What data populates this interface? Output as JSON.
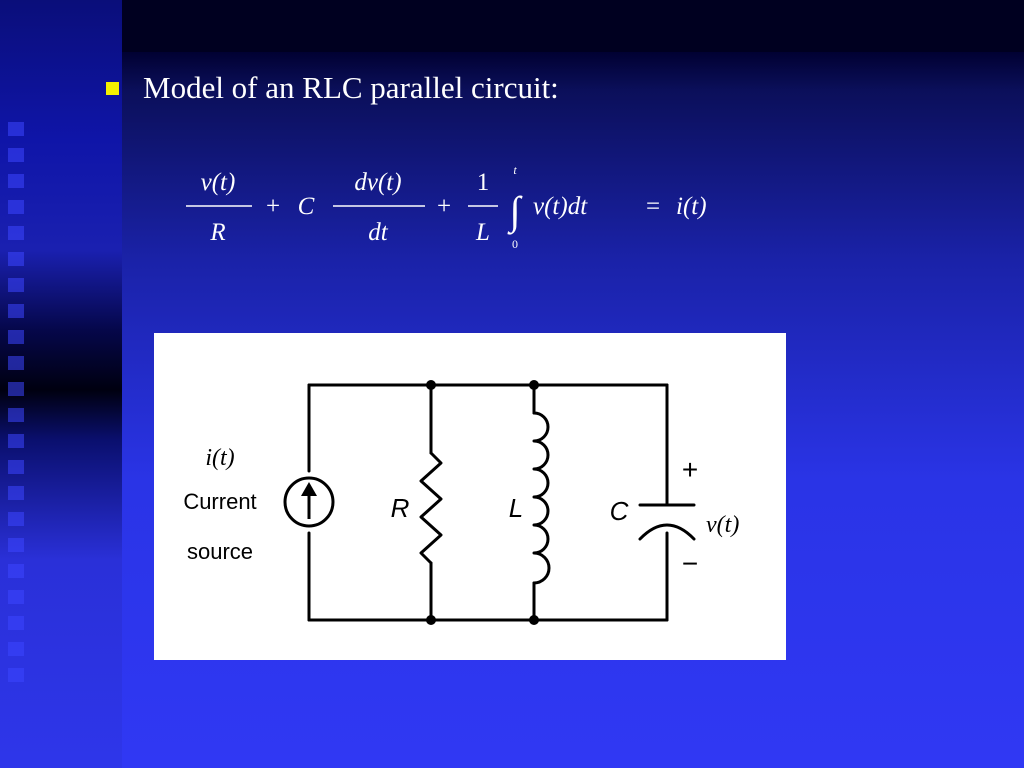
{
  "slide": {
    "bullet": "Model of an RLC parallel circuit:"
  },
  "equation": {
    "term1": {
      "numerator": "v(t)",
      "denominator": "R"
    },
    "plus1": "+",
    "coefficient_c": "C",
    "term2": {
      "numerator": "dv(t)",
      "denominator": "dt"
    },
    "plus2": "+",
    "term3": {
      "numerator": "1",
      "denominator": "L"
    },
    "integral": {
      "sign": "∫",
      "upper_limit": "t",
      "lower_limit": "0"
    },
    "integrand": "v(t)dt",
    "equals": "=",
    "rhs": "i(t)"
  },
  "circuit": {
    "source_signal": "i(t)",
    "source_label_line1": "Current",
    "source_label_line2": "source",
    "resistor_label": "R",
    "inductor_label": "L",
    "capacitor_label": "C",
    "plus_sign": "+",
    "minus_sign": "−",
    "voltage_label": "v(t)",
    "icons": {
      "current_source": "current-source-arrow-icon"
    },
    "colors": {
      "wire": "#000000",
      "panel": "#ffffff"
    }
  },
  "colors": {
    "bullet": "#f4f000",
    "text": "#ffffff"
  }
}
